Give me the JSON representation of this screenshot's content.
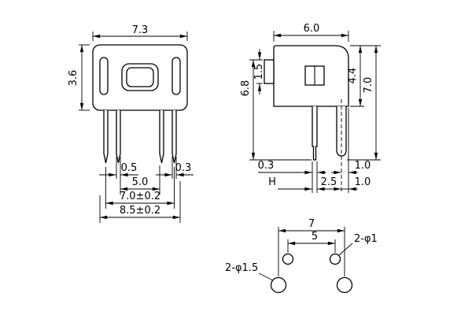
{
  "front_view": {
    "width": "7.3",
    "height": "3.6",
    "pin_width_a": "0.5",
    "pin_width_b": "0.3",
    "pin_span_inner": "5.0",
    "pin_span_mid": "7.0±0.2",
    "pin_span_outer": "8.5±0.2"
  },
  "side_view": {
    "width": "6.0",
    "height_left": "6.8",
    "button_height": "1.5",
    "body_height": "4.4",
    "height_right": "7.0",
    "pin_thickness": "0.3",
    "pin_length_label": "H",
    "pin_spacing": "2.5",
    "offset_upper": "1.0",
    "offset_lower": "1.0"
  },
  "footprint": {
    "span_outer": "7",
    "span_inner": "5",
    "hole_small_label": "2-φ1",
    "hole_large_label": "2-φ1.5"
  }
}
